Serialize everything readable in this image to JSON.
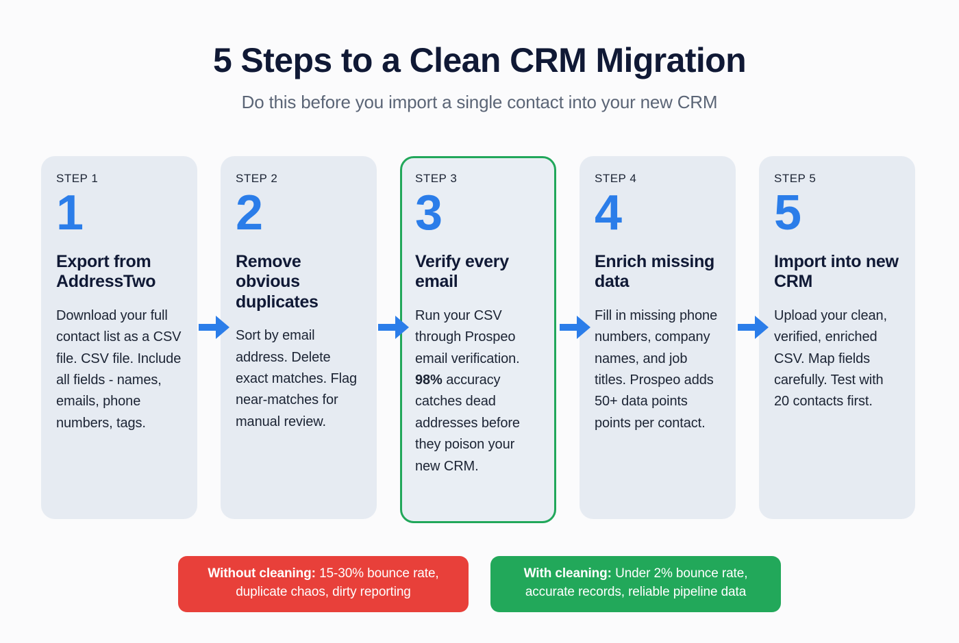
{
  "header": {
    "title": "5 Steps to a Clean CRM Migration",
    "subtitle": "Do this before you import a single contact into your new CRM"
  },
  "colors": {
    "page_background": "#fbfbfc",
    "card_background": "#e6ebf2",
    "accent_blue": "#2b7de9",
    "highlight_green": "#21a75a",
    "title_navy": "#101935",
    "subtitle_grey": "#5b6576",
    "banner_red": "#e8403a",
    "banner_green": "#22a85a"
  },
  "steps": [
    {
      "label": "STEP 1",
      "number": "1",
      "heading": "Export from AddressTwo",
      "body_before": "Download your full contact list as a CSV file. CSV file. Include all fields - names, emails, phone numbers, tags.",
      "body_bold": "",
      "body_after": "",
      "highlighted": false
    },
    {
      "label": "STEP 2",
      "number": "2",
      "heading": "Remove obvious duplicates",
      "body_before": "Sort by email address. Delete exact matches. Flag near-matches for manual review.",
      "body_bold": "",
      "body_after": "",
      "highlighted": false
    },
    {
      "label": "STEP 3",
      "number": "3",
      "heading": "Verify every email",
      "body_before": "Run your CSV through Prospeo email verification. ",
      "body_bold": "98%",
      "body_after": " accuracy catches dead addresses before they poison your new CRM.",
      "highlighted": true
    },
    {
      "label": "STEP 4",
      "number": "4",
      "heading": "Enrich missing data",
      "body_before": "Fill in missing phone numbers, company names, and job titles. Prospeo adds 50+ data points points per contact.",
      "body_bold": "",
      "body_after": "",
      "highlighted": false
    },
    {
      "label": "STEP 5",
      "number": "5",
      "heading": "Import into new CRM",
      "body_before": "Upload your clean, verified, enriched CSV. Map fields carefully. Test with 20 contacts first.",
      "body_bold": "",
      "body_after": "",
      "highlighted": false
    }
  ],
  "arrows": {
    "icon_name": "arrow-right-icon",
    "count": 4,
    "color": "#2b7de9"
  },
  "banners": [
    {
      "lead": "Without cleaning:",
      "text": " 15-30% bounce rate, duplicate chaos, dirty reporting",
      "tone": "negative"
    },
    {
      "lead": "With cleaning:",
      "text": " Under 2% bounce rate, accurate records, reliable pipeline data",
      "tone": "positive"
    }
  ]
}
